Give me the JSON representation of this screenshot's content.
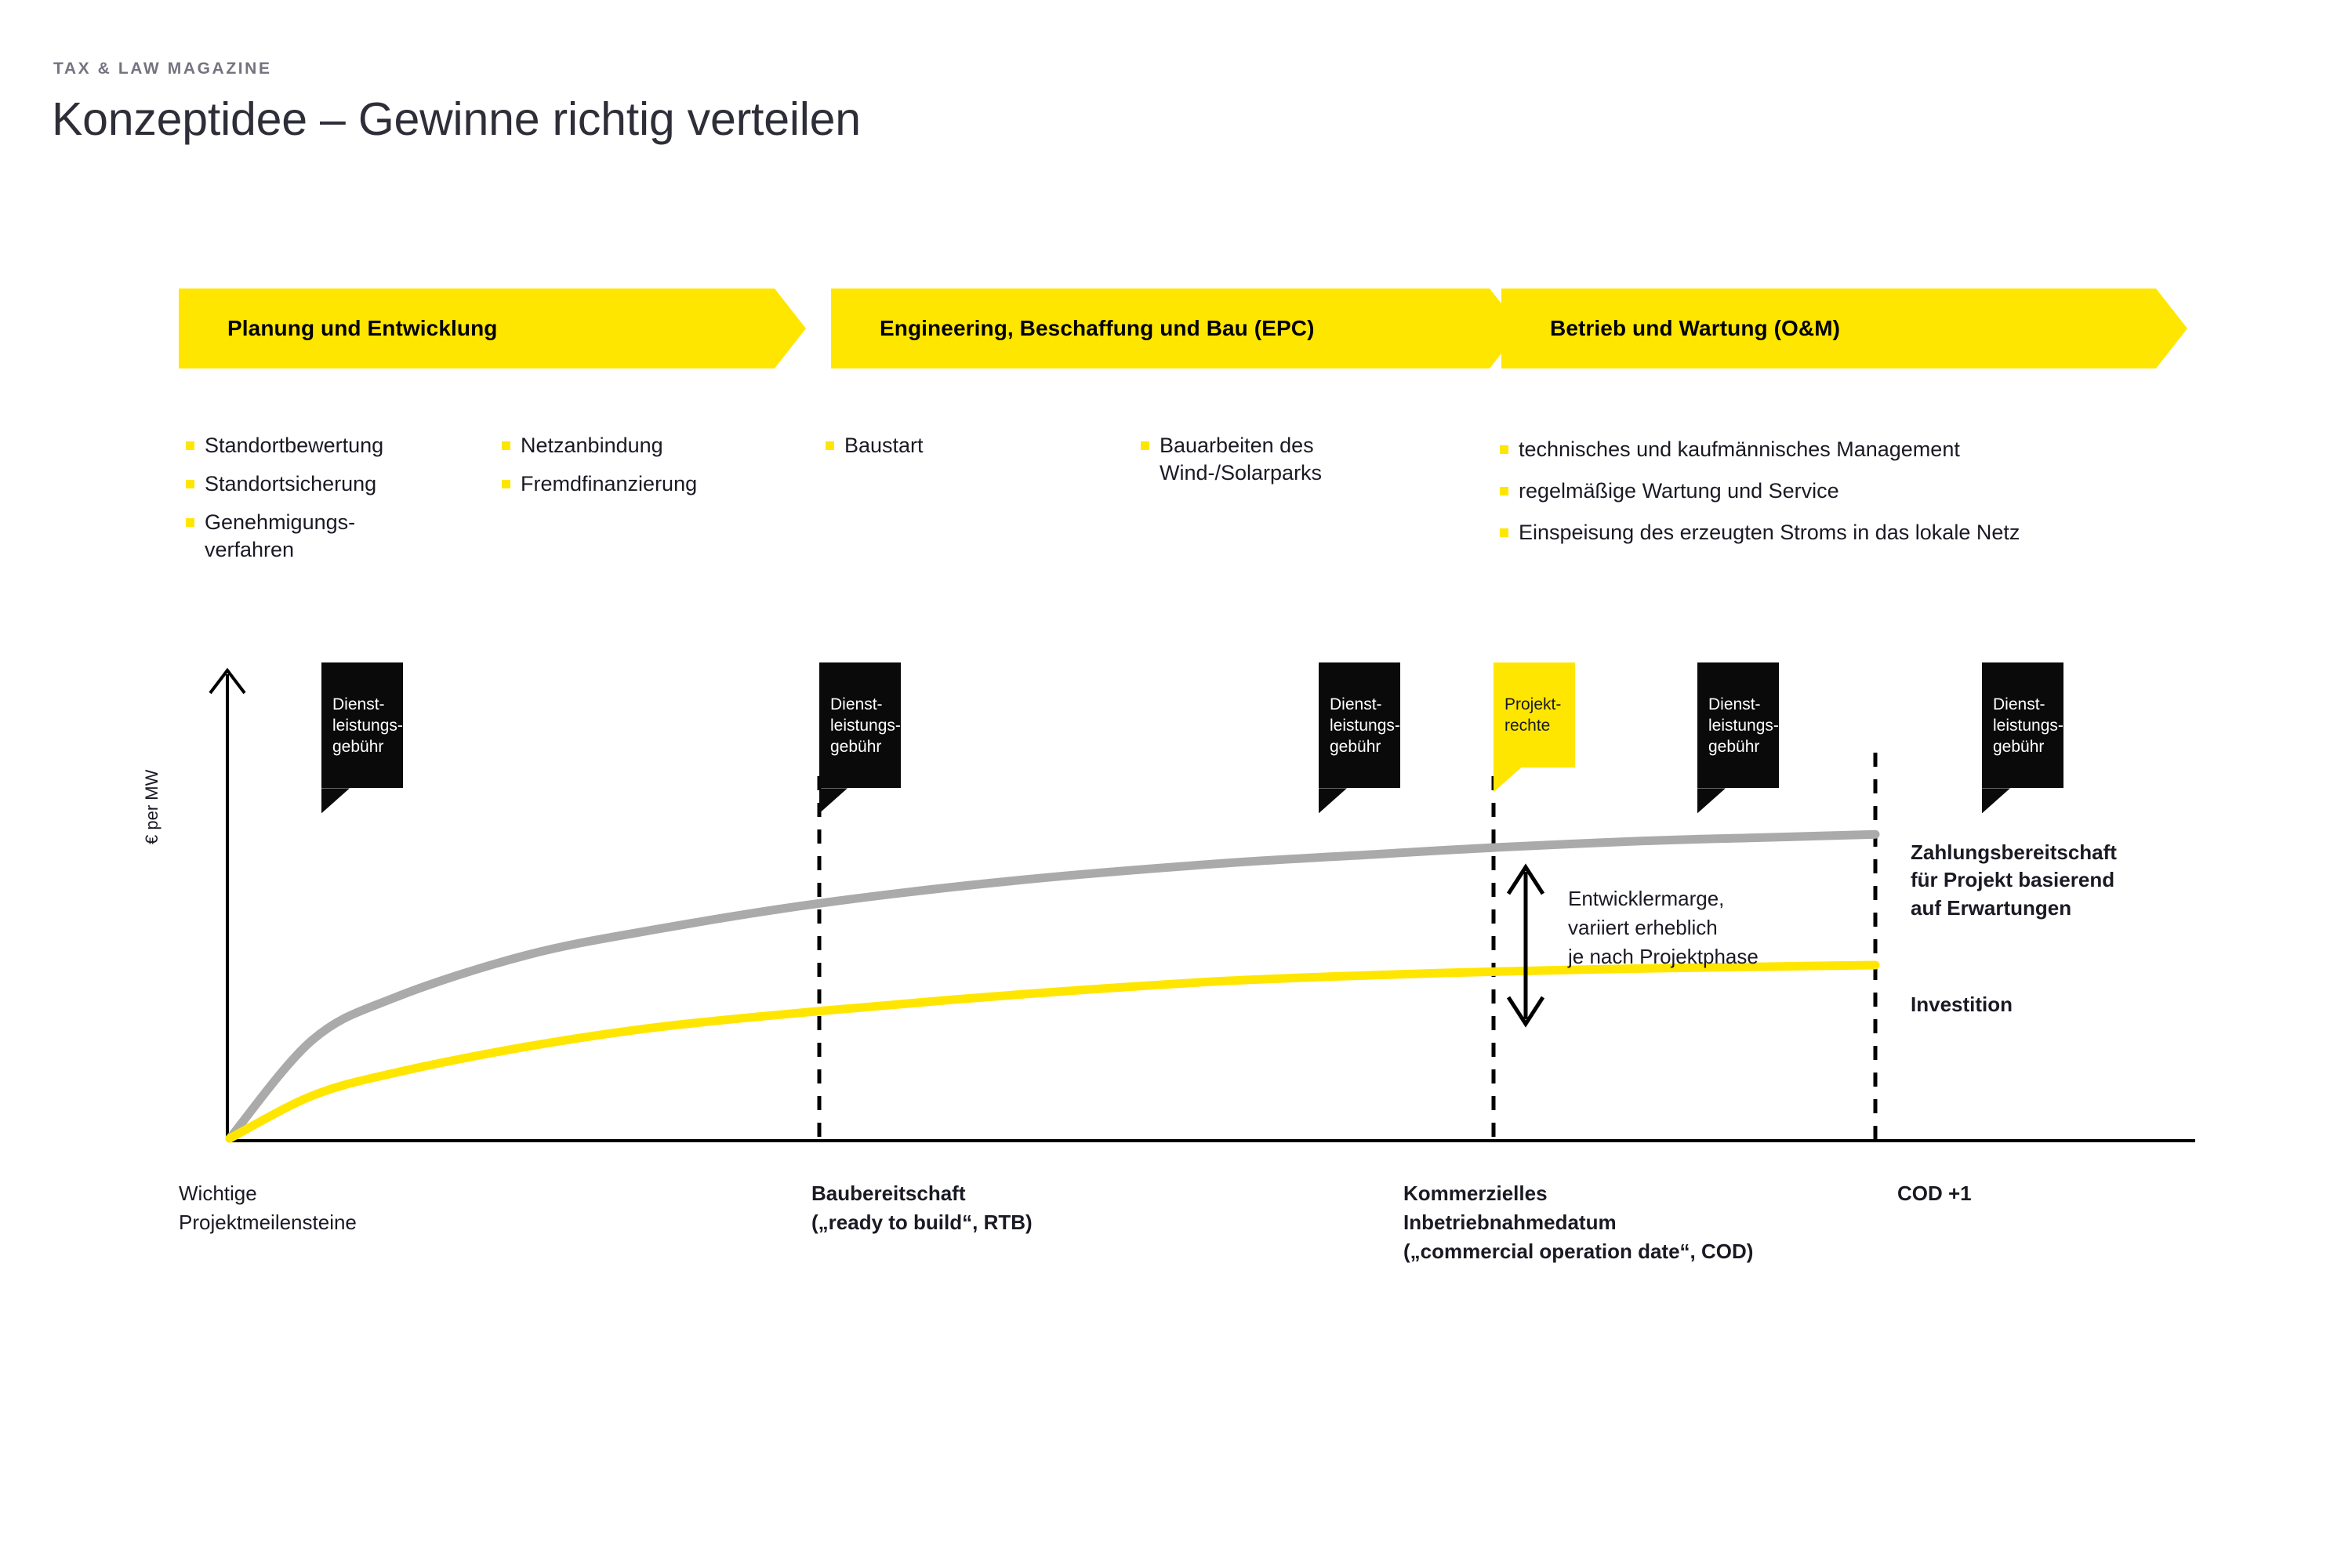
{
  "header": {
    "kicker": "TAX & LAW MAGAZINE",
    "title": "Konzeptidee – Gewinne richtig verteilen"
  },
  "colors": {
    "brand_yellow": "#ffe600",
    "dark": "#0a0a0a",
    "gray_curve": "#aaaaaa",
    "kicker_gray": "#747480",
    "text": "#1a1a24"
  },
  "phases": [
    {
      "label": "Planung und Entwicklung",
      "bullets_left": [
        "Standortbewertung",
        "Standortsicherung",
        "Genehmigungs-\nverfahren"
      ],
      "bullets_right": [
        "Netzanbindung",
        "Fremdfinanzierung"
      ]
    },
    {
      "label": "Engineering, Beschaffung und Bau (EPC)",
      "bullets_left": [
        "Baustart"
      ],
      "bullets_right": [
        "Bauarbeiten des\nWind-/Solarparks"
      ]
    },
    {
      "label": "Betrieb und Wartung (O&M)",
      "bullets_left": [
        "technisches und kaufmännisches Management",
        "regelmäßige Wartung und Service",
        "Einspeisung des erzeugten Stroms in das lokale Netz"
      ],
      "bullets_right": []
    }
  ],
  "callouts": [
    {
      "label": "Dienst-\nleistungs-\ngebühr",
      "style": "dark"
    },
    {
      "label": "Dienst-\nleistungs-\ngebühr",
      "style": "dark"
    },
    {
      "label": "Dienst-\nleistungs-\ngebühr",
      "style": "dark"
    },
    {
      "label": "Projekt-\nrechte",
      "style": "yellow"
    },
    {
      "label": "Dienst-\nleistungs-\ngebühr",
      "style": "dark"
    },
    {
      "label": "Dienst-\nleistungs-\ngebühr",
      "style": "dark"
    }
  ],
  "chart_annotations": {
    "margin_note": "Entwicklermarge,\nvariiert erheblich\nje nach Projektphase",
    "willingness_to_pay": "Zahlungsbereitschaft\nfür Projekt basierend\nauf Erwartungen",
    "investment": "Investition"
  },
  "chart_data": {
    "type": "line",
    "title": "",
    "xlabel": "Wichtige Projektmeilensteine",
    "ylabel": "€ per MW",
    "grid": false,
    "legend_position": "right-inline",
    "axis_ranges": {
      "x": [
        0,
        1
      ],
      "y": [
        0,
        1
      ]
    },
    "milestones": [
      {
        "label": "Wichtige\nProjektmeilensteine",
        "bold": false,
        "x_frac": 0.0,
        "dashed_line": false
      },
      {
        "label": "Baubereitschaft\n(„ready to build“, RTB)",
        "bold": true,
        "x_frac": 0.36,
        "dashed_line": true
      },
      {
        "label": "Kommerzielles\nInbetriebnahmedatum\n(„commercial operation date“, COD)",
        "bold": true,
        "x_frac": 0.77,
        "dashed_line": true
      },
      {
        "label": "COD +1",
        "bold": true,
        "x_frac": 1.0,
        "dashed_line": true
      }
    ],
    "series": [
      {
        "name": "Zahlungsbereitschaft für Projekt basierend auf Erwartungen",
        "color": "#aaaaaa",
        "x": [
          0.0,
          0.05,
          0.1,
          0.18,
          0.26,
          0.36,
          0.48,
          0.6,
          0.7,
          0.77,
          0.86,
          0.93,
          1.0
        ],
        "y": [
          0.0,
          0.3,
          0.43,
          0.56,
          0.64,
          0.72,
          0.79,
          0.84,
          0.87,
          0.89,
          0.91,
          0.92,
          0.93
        ]
      },
      {
        "name": "Investition",
        "color": "#ffe600",
        "x": [
          0.0,
          0.05,
          0.1,
          0.18,
          0.26,
          0.36,
          0.48,
          0.6,
          0.7,
          0.77,
          0.86,
          0.93,
          1.0
        ],
        "y": [
          0.0,
          0.13,
          0.2,
          0.28,
          0.34,
          0.39,
          0.44,
          0.48,
          0.5,
          0.51,
          0.52,
          0.525,
          0.53
        ]
      }
    ],
    "span_arrow": {
      "label": "Entwicklermarge, variiert erheblich je nach Projektphase",
      "from_series": "Zahlungsbereitschaft für Projekt basierend auf Erwartungen",
      "to_series": "Investition",
      "at_x_frac": 0.79
    }
  }
}
